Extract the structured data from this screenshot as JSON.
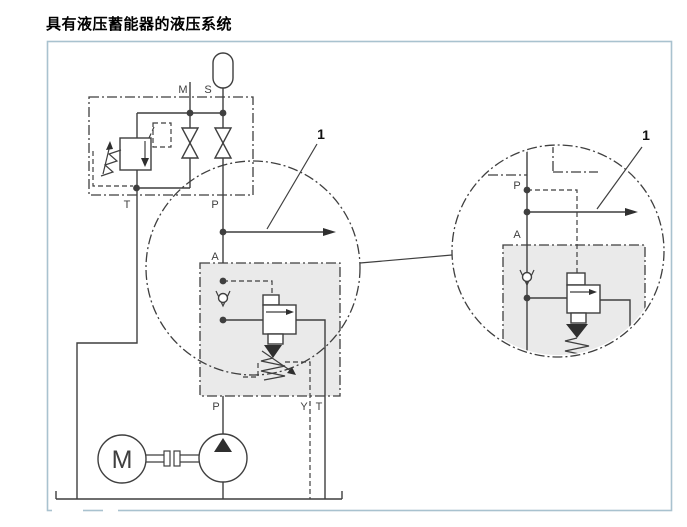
{
  "title": "具有液压蓄能器的液压系统",
  "colors": {
    "line": "#3f3f3f",
    "frame_border": "#a9c2cf",
    "block_fill": "#eaeaea",
    "background": "#ffffff"
  },
  "main": {
    "ports": {
      "m": "M",
      "s": "S",
      "t_top": "T",
      "p_top": "P",
      "a": "A",
      "p_bottom": "P",
      "y": "Y",
      "t_bottom": "T"
    },
    "motor_label": "M",
    "detail_marker": "1"
  },
  "detail": {
    "marker": "1",
    "ports": {
      "p": "P",
      "a": "A"
    }
  }
}
